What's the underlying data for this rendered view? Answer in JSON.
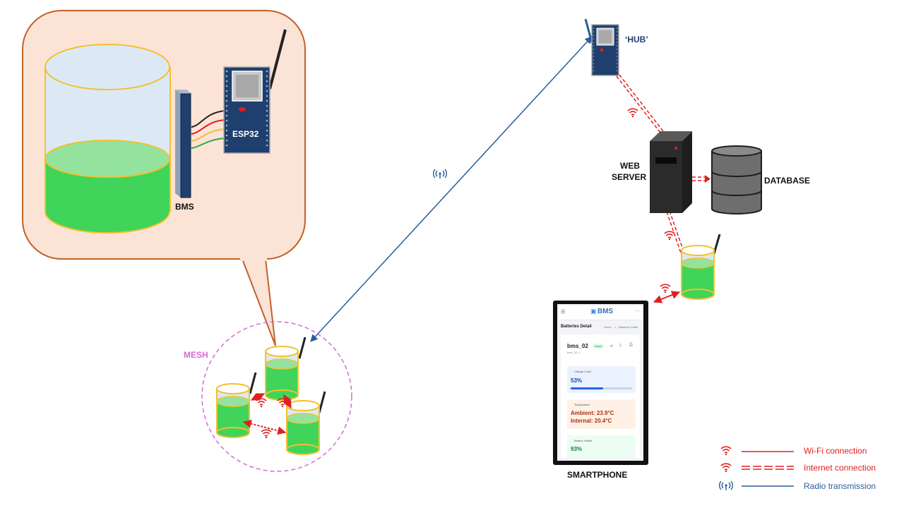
{
  "labels": {
    "bms": "BMS",
    "esp32": "ESP32",
    "hub": "‘HUB’",
    "web_server_line1": "WEB",
    "web_server_line2": "SERVER",
    "database": "DATABASE",
    "mesh": "MESH",
    "smartphone": "SMARTPHONE"
  },
  "phone_app": {
    "brand": "BMS",
    "page_title": "Batteries Detail",
    "breadcrumb_home": "Home",
    "breadcrumb_sep": ">",
    "breadcrumb_current": "Batteries Detail",
    "battery_name": "bms_02",
    "status_badge": "Good",
    "battery_sub": "bms_02 • •",
    "charge_label": "Charge Level",
    "charge_value": "53%",
    "charge_fraction": 0.53,
    "temp_label": "Temperature",
    "ambient": "Ambient: 23.9°C",
    "internal": "Internal: 20.4°C",
    "health_label": "Battery Health",
    "health_value": "93%"
  },
  "legend": [
    {
      "label": "Wi-Fi connection",
      "style": "solid-red",
      "icon": "wifi-icon"
    },
    {
      "label": "Internet connection",
      "style": "double-dashed-red",
      "icon": "wifi-icon"
    },
    {
      "label": "Radio transmission",
      "style": "solid-blue",
      "icon": "radio-icon"
    }
  ],
  "colors": {
    "callout_fill": "#fbe3d6",
    "callout_stroke": "#c0622a",
    "liquid": "#40d45a",
    "liquid_top": "#93e39f",
    "tank_glass": "#dce9f5",
    "tank_stroke": "#f2c12e",
    "board": "#1f3f6e",
    "wifi_red": "#e02020",
    "radio_blue": "#2a5d9a",
    "mesh": "#d46bd6",
    "server": "#2b2b2b",
    "database": "#6e6e6e"
  }
}
